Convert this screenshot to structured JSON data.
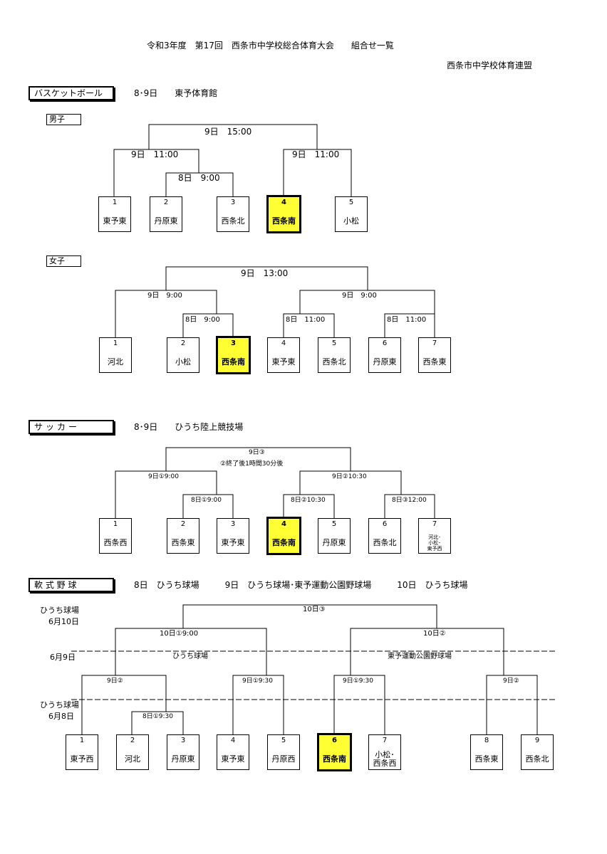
{
  "header": {
    "title": "令和3年度　第17回　西条市中学校総合体育大会　　組合せ一覧",
    "org": "西条市中学校体育連盟"
  },
  "basketball": {
    "label": "バスケットボール",
    "info": "8･9日　　東予体育館",
    "boys": {
      "label": "男子",
      "final_time": "9日　15:00",
      "left_semi": "9日　11:00",
      "right_semi": "9日　11:00",
      "first_round": "8日　9:00",
      "teams": [
        {
          "num": "1",
          "name": "東予東"
        },
        {
          "num": "2",
          "name": "丹原東"
        },
        {
          "num": "3",
          "name": "西条北"
        },
        {
          "num": "4",
          "name": "西条南"
        },
        {
          "num": "5",
          "name": "小松"
        }
      ]
    },
    "girls": {
      "label": "女子",
      "final_time": "9日　13:00",
      "left_semi": "9日　9:00",
      "right_semi": "9日　9:00",
      "r1_a": "8日　9:00",
      "r1_b": "8日　11:00",
      "r1_c": "8日　11:00",
      "teams": [
        {
          "num": "1",
          "name": "河北"
        },
        {
          "num": "2",
          "name": "小松"
        },
        {
          "num": "3",
          "name": "西条南"
        },
        {
          "num": "4",
          "name": "東予東"
        },
        {
          "num": "5",
          "name": "西条北"
        },
        {
          "num": "6",
          "name": "丹原東"
        },
        {
          "num": "7",
          "name": "西条東"
        }
      ]
    }
  },
  "soccer": {
    "label": "サッカー",
    "info": "8･9日　　ひうち陸上競技場",
    "final_time": "9日③",
    "final_note": "②終了後1時間30分後",
    "left_semi": "9日①9:00",
    "right_semi": "9日②10:30",
    "r1_a": "8日①9:00",
    "r1_b": "8日②10:30",
    "r1_c": "8日③12:00",
    "teams": [
      {
        "num": "1",
        "name": "西条西"
      },
      {
        "num": "2",
        "name": "西条東"
      },
      {
        "num": "3",
        "name": "東予東"
      },
      {
        "num": "4",
        "name": "西条南"
      },
      {
        "num": "5",
        "name": "丹原東"
      },
      {
        "num": "6",
        "name": "西条北"
      },
      {
        "num": "7",
        "name": "河北･\n小松･\n東予西"
      }
    ]
  },
  "baseball": {
    "label": "軟 式 野 球",
    "info": "8日　ひうち球場　　　9日　ひうち球場･東予運動公園野球場　　　10日　ひうち球場",
    "venue_10": "ひうち球場",
    "date_10": "6月10日",
    "date_9": "6月9日",
    "venue_8": "ひうち球場",
    "date_8": "6月8日",
    "venue_9_left": "ひうち球場",
    "venue_9_right": "東予運動公園野球場",
    "final_time": "10日③",
    "left_semi": "10日①9:00",
    "right_semi": "10日②",
    "qf_a": "9日②",
    "qf_b": "9日①9:30",
    "qf_c": "9日①9:30",
    "qf_d": "9日②",
    "r1": "8日①9:30",
    "teams": [
      {
        "num": "1",
        "name": "東予西"
      },
      {
        "num": "2",
        "name": "河北"
      },
      {
        "num": "3",
        "name": "丹原東"
      },
      {
        "num": "4",
        "name": "東予東"
      },
      {
        "num": "5",
        "name": "丹原西"
      },
      {
        "num": "6",
        "name": "西条南"
      },
      {
        "num": "7",
        "name": "小松･\n西条西"
      },
      {
        "num": "8",
        "name": "西条東"
      },
      {
        "num": "9",
        "name": "西条北"
      }
    ]
  }
}
